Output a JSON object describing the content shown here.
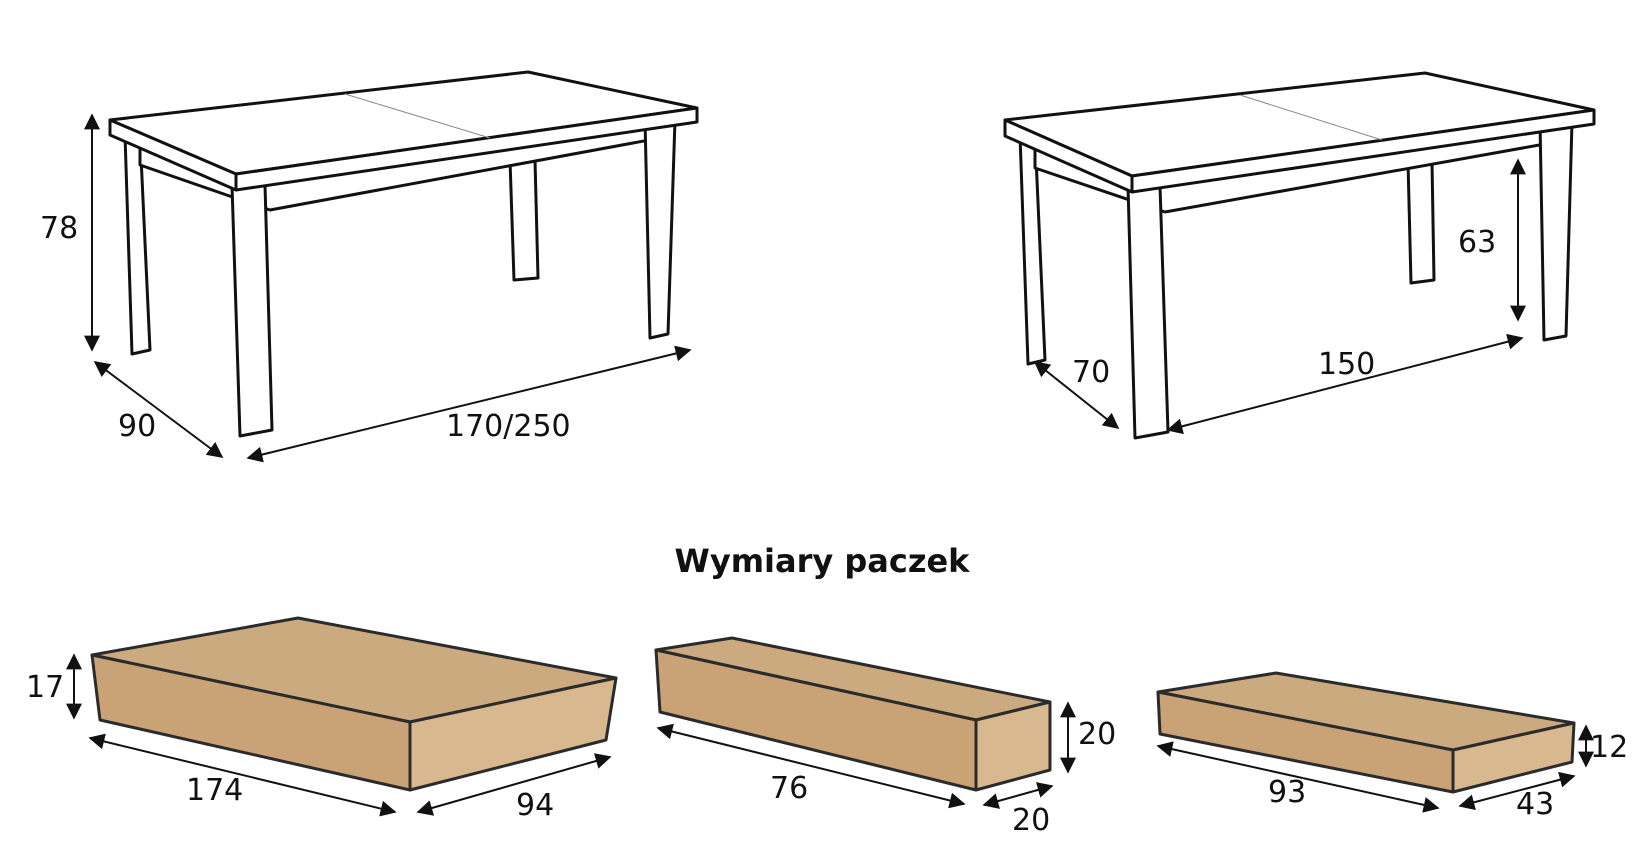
{
  "tables": {
    "extended": {
      "height": "78",
      "depth": "90",
      "length": "170/250"
    },
    "compact": {
      "depth": "70",
      "length": "150",
      "leg_height": "63"
    }
  },
  "packages_title": "Wymiary paczek",
  "packages": [
    {
      "height": "17",
      "length": "174",
      "width": "94"
    },
    {
      "length": "76",
      "height": "20",
      "width": "20"
    },
    {
      "length": "93",
      "width": "43",
      "height": "12"
    }
  ],
  "colors": {
    "line": "#111111",
    "cardboard": "#c9a275"
  }
}
